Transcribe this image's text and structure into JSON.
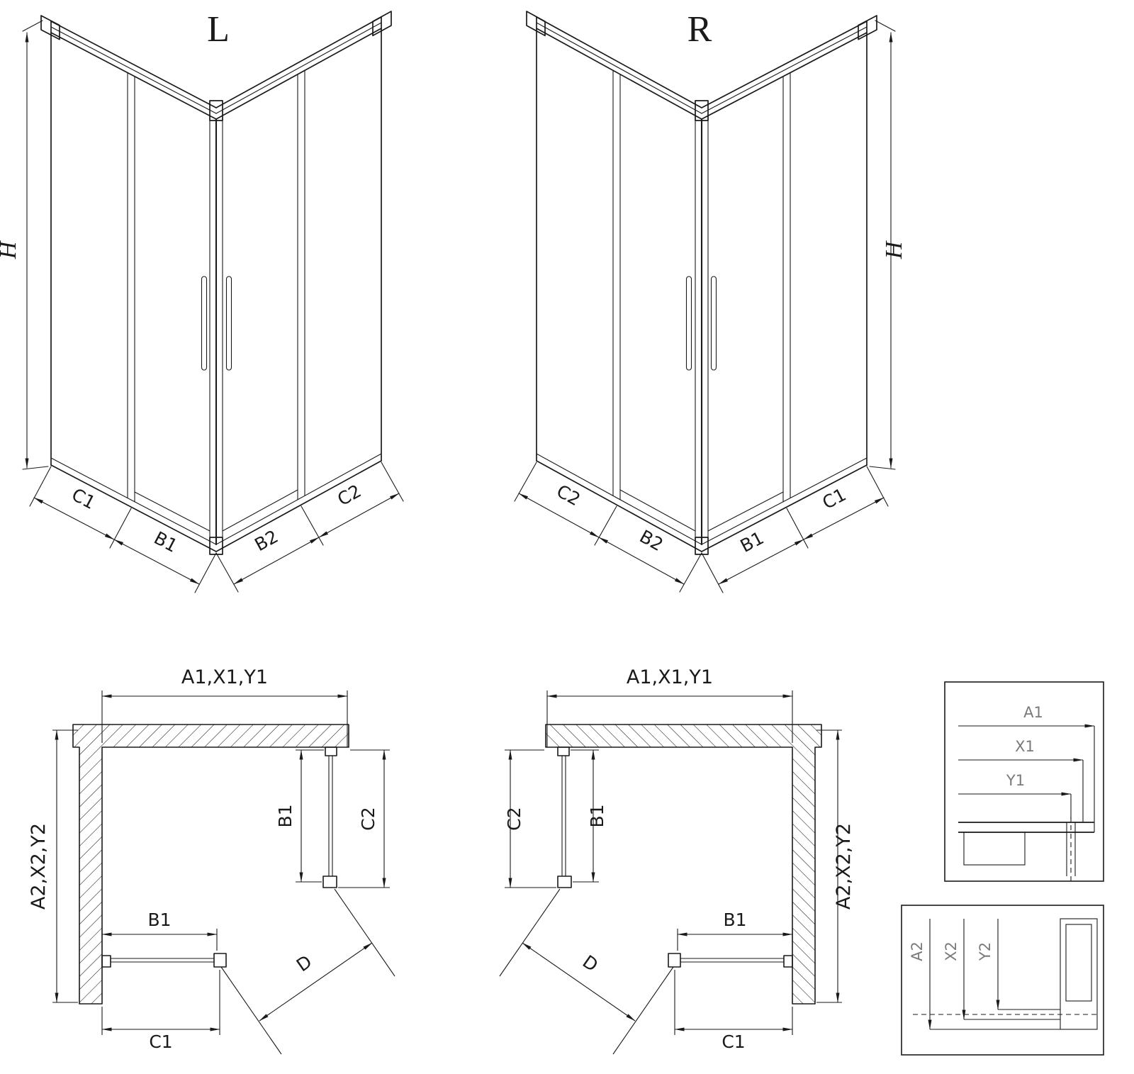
{
  "drawing": {
    "iso_left": {
      "title": "L",
      "height": "H",
      "c1": "C1",
      "b1": "B1",
      "b2": "B2",
      "c2": "C2"
    },
    "iso_right": {
      "title": "R",
      "height": "H",
      "c2": "C2",
      "b2": "B2",
      "b1": "B1",
      "c1": "C1"
    },
    "plan_left": {
      "width": "A1,X1,Y1",
      "depth": "A2,X2,Y2",
      "door_side": "B1",
      "fixed_side": "C2",
      "door_front": "B1",
      "fixed_front": "C1",
      "diagonal": "D"
    },
    "plan_right": {
      "width": "A1,X1,Y1",
      "depth": "A2,X2,Y2",
      "door_side": "B1",
      "fixed_side": "C2",
      "door_front": "B1",
      "fixed_front": "C1",
      "diagonal": "D"
    },
    "detail_width": {
      "a1": "A1",
      "x1": "X1",
      "y1": "Y1"
    },
    "detail_depth": {
      "a2": "A2",
      "x2": "X2",
      "y2": "Y2"
    },
    "colors": {
      "line": "#1a1a1a",
      "detail_label": "#7a7a7a",
      "background": "#ffffff"
    }
  }
}
